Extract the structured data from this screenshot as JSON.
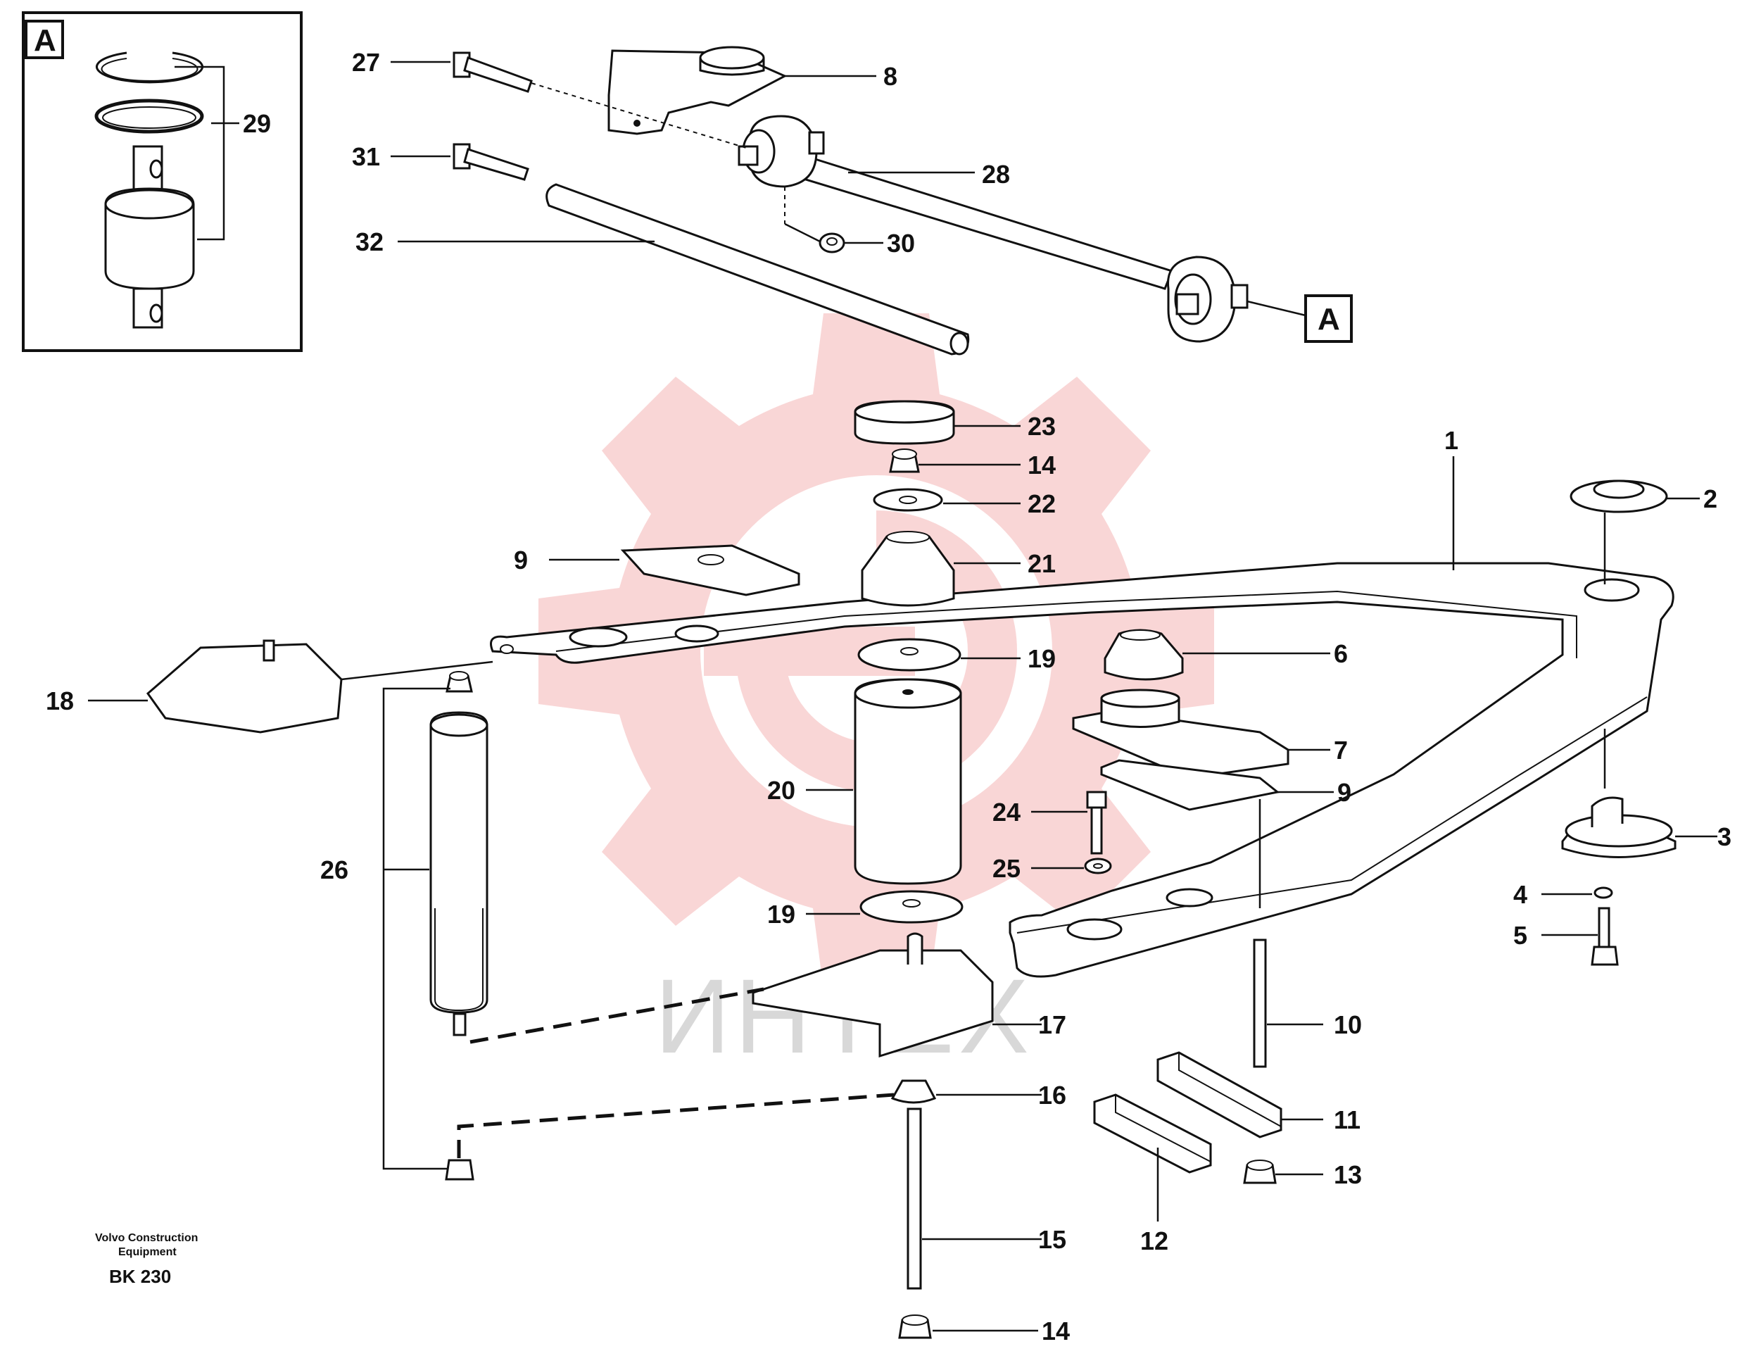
{
  "callouts": {
    "c1": "1",
    "c2": "2",
    "c3": "3",
    "c4": "4",
    "c5": "5",
    "c6": "6",
    "c7": "7",
    "c8": "8",
    "c9a": "9",
    "c9b": "9",
    "c10": "10",
    "c11": "11",
    "c12": "12",
    "c13": "13",
    "c14a": "14",
    "c14b": "14",
    "c15": "15",
    "c16": "16",
    "c17": "17",
    "c18": "18",
    "c19a": "19",
    "c19b": "19",
    "c20": "20",
    "c21": "21",
    "c22": "22",
    "c23": "23",
    "c24": "24",
    "c25": "25",
    "c26": "26",
    "c27": "27",
    "c28": "28",
    "c29": "29",
    "c30": "30",
    "c31": "31",
    "c32": "32"
  },
  "detail_refs": {
    "inset": "A",
    "link": "A"
  },
  "credit": {
    "line1": "Volvo Construction",
    "line2": "Equipment",
    "code": "BK 230"
  },
  "watermark": {
    "text": "ИНТЕХ",
    "color": "#f2a5a5"
  }
}
